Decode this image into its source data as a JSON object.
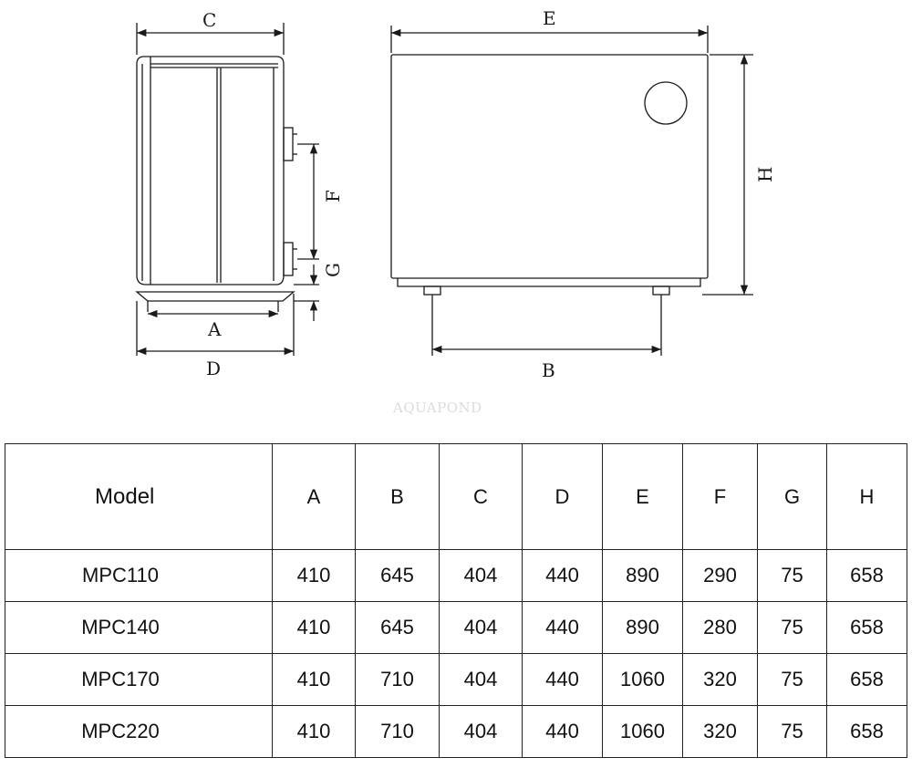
{
  "drawing": {
    "labels": {
      "c": "C",
      "d": "D",
      "a": "A",
      "f": "F",
      "g": "G",
      "e": "E",
      "b": "B",
      "h": "H"
    },
    "watermark": "AQUAPOND"
  },
  "table": {
    "headers": [
      "Model",
      "A",
      "B",
      "C",
      "D",
      "E",
      "F",
      "G",
      "H"
    ],
    "rows": [
      [
        "MPC110",
        "410",
        "645",
        "404",
        "440",
        "890",
        "290",
        "75",
        "658"
      ],
      [
        "MPC140",
        "410",
        "645",
        "404",
        "440",
        "890",
        "280",
        "75",
        "658"
      ],
      [
        "MPC170",
        "410",
        "710",
        "404",
        "440",
        "1060",
        "320",
        "75",
        "658"
      ],
      [
        "MPC220",
        "410",
        "710",
        "404",
        "440",
        "1060",
        "320",
        "75",
        "658"
      ]
    ]
  }
}
